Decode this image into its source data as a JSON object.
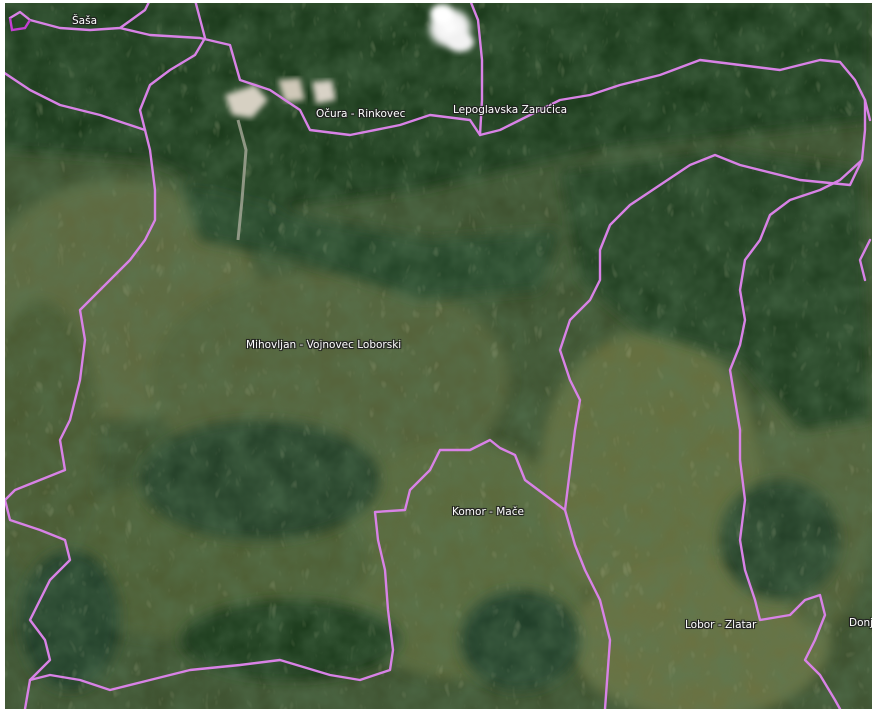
{
  "map": {
    "colors": {
      "boundary": "#d882e6",
      "boundary_dark": "#c43fd2",
      "forest": "#1e3a1f",
      "farmland": "#5d6a3e",
      "quarry": "#d8d2c6",
      "cloud": "#f3f3f3"
    },
    "labels": {
      "sasa": "Šaša",
      "ocura_rinkovec": "Očura - Rinkovec",
      "lepoglavska_zarucica": "Lepoglavska Zarućica",
      "mihovljan_vojnovec": "Mihovljan - Vojnovec Loborski",
      "komor_mace": "Komor - Mače",
      "lobor_zlatar": "Lobor - Zlatar",
      "donja": "Donja"
    }
  }
}
